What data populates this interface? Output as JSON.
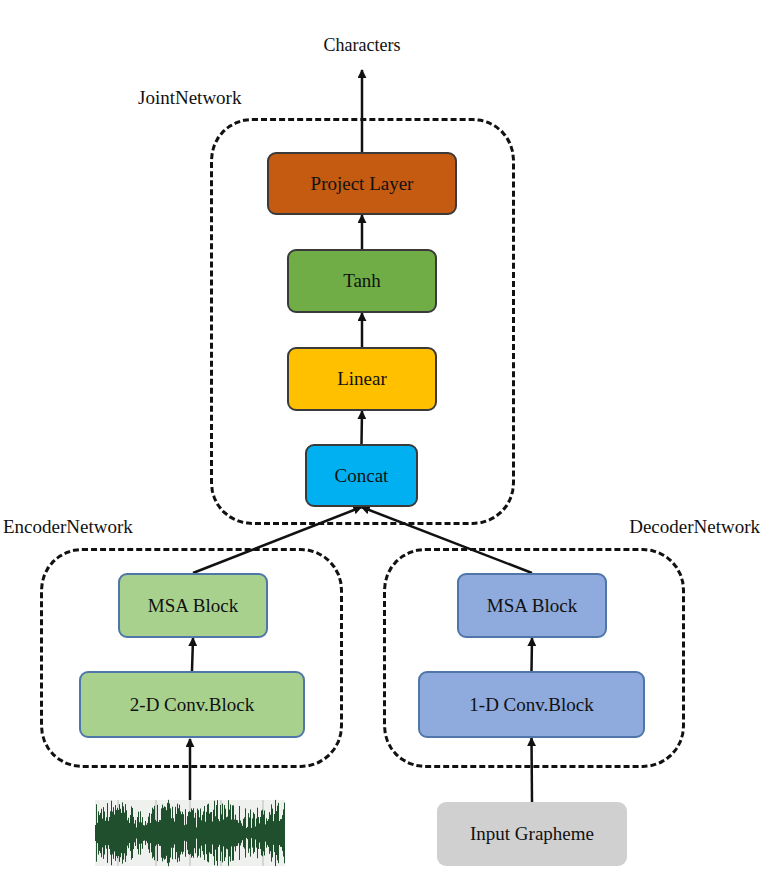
{
  "diagram": {
    "nodes": [
      {
        "text": [
          "JointNetwork"
        ]
      },
      {
        "text": [
          "Project Layer"
        ],
        "in": 0
      },
      {
        "text": [
          "Tanh"
        ],
        "in": 0
      },
      {
        "text": [
          "Linear"
        ],
        "in": 0
      },
      {
        "text": [
          "Concat"
        ],
        "in": 0
      },
      {
        "text": [
          "EncoderNetwork"
        ]
      },
      {
        "text": [
          "MSA Block"
        ],
        "in": 5
      },
      {
        "text": [
          "2-D Conv.Block"
        ],
        "in": 5
      },
      {
        "text": [
          "DecoderNetwork"
        ]
      },
      {
        "text": [
          "MSA Block"
        ],
        "in": 8
      },
      {
        "text": [
          "1-D Conv.Block"
        ],
        "in": 8
      },
      {
        "text": [
          "Input Grapheme"
        ]
      }
    ],
    "edges": [
      {
        "from": 4,
        "to": 3,
        "arrow": "to"
      },
      {
        "from": 3,
        "to": 2,
        "arrow": "to"
      },
      {
        "from": 2,
        "to": 1,
        "arrow": "to"
      },
      {
        "from": 6,
        "to": 4,
        "arrow": "to"
      },
      {
        "from": 9,
        "to": 4,
        "arrow": "to"
      },
      {
        "from": 7,
        "to": 6,
        "arrow": "to"
      },
      {
        "from": 10,
        "to": 9,
        "arrow": "to"
      },
      {
        "from": 11,
        "to": 10,
        "arrow": "to"
      }
    ],
    "labels": [
      "Characters"
    ]
  }
}
